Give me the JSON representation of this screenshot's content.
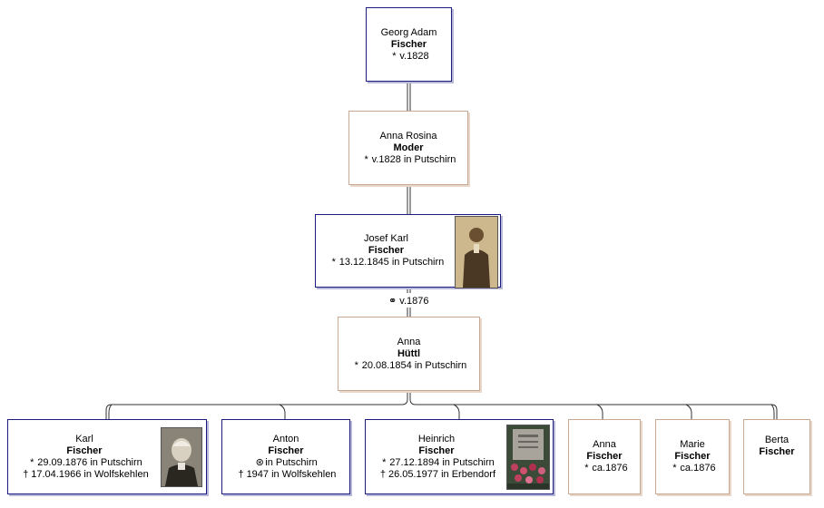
{
  "ancestors": [
    {
      "id": "georg",
      "given": "Georg Adam",
      "surname": "Fischer",
      "lines": [
        {
          "sym": "*",
          "text": "v.1828"
        }
      ]
    },
    {
      "id": "anna-rosina",
      "given": "Anna Rosina",
      "surname": "Moder",
      "lines": [
        {
          "sym": "*",
          "text": "v.1828 in Putschirn"
        }
      ]
    },
    {
      "id": "josef",
      "given": "Josef Karl",
      "surname": "Fischer",
      "lines": [
        {
          "sym": "*",
          "text": "13.12.1845 in Putschirn"
        }
      ]
    },
    {
      "id": "anna-huettl",
      "given": "Anna",
      "surname": "Hüttl",
      "lines": [
        {
          "sym": "*",
          "text": "20.08.1854 in Putschirn"
        }
      ]
    }
  ],
  "marriage": {
    "symbol": "⚭",
    "text": "v.1876"
  },
  "children": [
    {
      "id": "karl",
      "given": "Karl",
      "surname": "Fischer",
      "lines": [
        {
          "sym": "*",
          "text": "29.09.1876 in Putschirn"
        },
        {
          "sym": "†",
          "text": "17.04.1966 in Wolfskehlen"
        }
      ]
    },
    {
      "id": "anton",
      "given": "Anton",
      "surname": "Fischer",
      "lines": [
        {
          "sym": "⊛",
          "text": "in Putschirn"
        },
        {
          "sym": "†",
          "text": "1947 in Wolfskehlen"
        }
      ]
    },
    {
      "id": "heinrich",
      "given": "Heinrich",
      "surname": "Fischer",
      "lines": [
        {
          "sym": "*",
          "text": "27.12.1894 in Putschirn"
        },
        {
          "sym": "†",
          "text": "26.05.1977 in Erbendorf"
        }
      ]
    },
    {
      "id": "anna-child",
      "given": "Anna",
      "surname": "Fischer",
      "lines": [
        {
          "sym": "*",
          "text": "ca.1876"
        }
      ]
    },
    {
      "id": "marie",
      "given": "Marie",
      "surname": "Fischer",
      "lines": [
        {
          "sym": "*",
          "text": "ca.1876"
        }
      ]
    },
    {
      "id": "berta",
      "given": "Berta",
      "surname": "Fischer",
      "lines": []
    }
  ],
  "colors": {
    "male_border": "#1c1c80",
    "female_border": "#c8a890",
    "line": "#444444"
  }
}
